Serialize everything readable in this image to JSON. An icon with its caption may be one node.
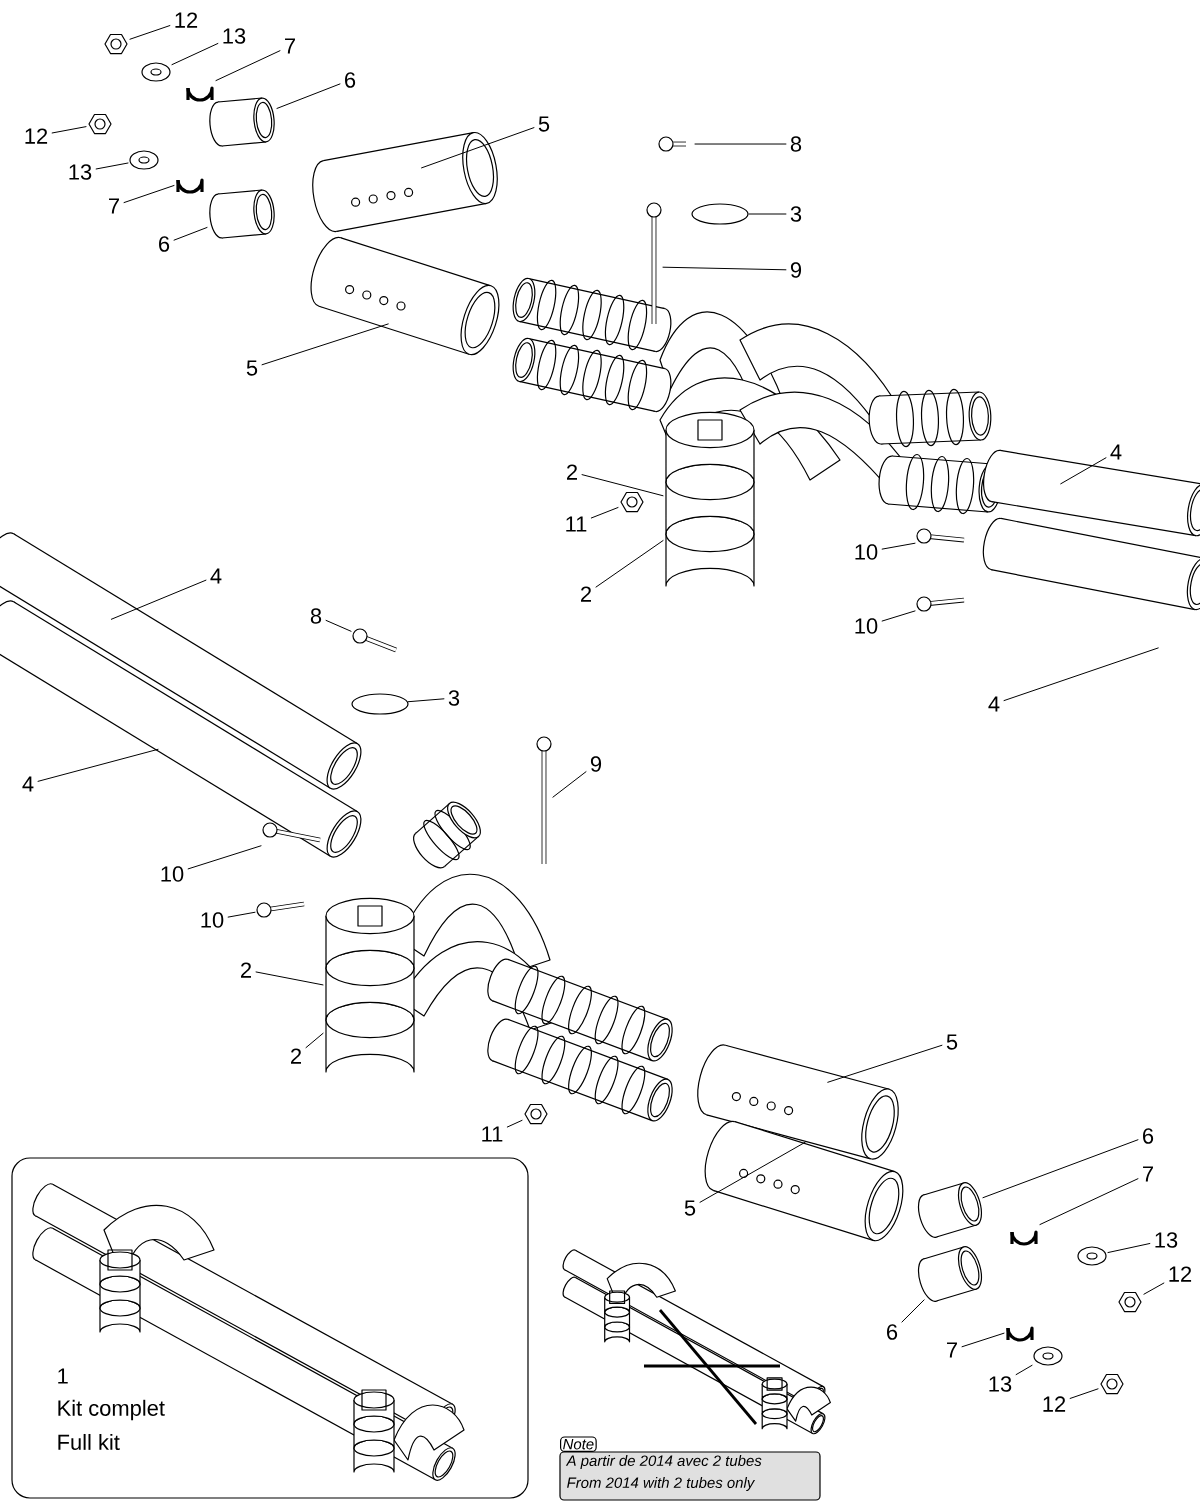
{
  "diagram": {
    "nodes": [
      {
        "text": [
          "12"
        ]
      },
      {
        "text": [
          "13"
        ]
      },
      {
        "text": [
          "7"
        ]
      },
      {
        "text": [
          "6"
        ]
      },
      {
        "text": [
          "12"
        ]
      },
      {
        "text": [
          "13"
        ]
      },
      {
        "text": [
          "7"
        ]
      },
      {
        "text": [
          "5"
        ]
      },
      {
        "text": [
          "8"
        ]
      },
      {
        "text": [
          "6"
        ]
      },
      {
        "text": [
          "3"
        ]
      },
      {
        "text": [
          "9"
        ]
      },
      {
        "text": [
          "5"
        ]
      },
      {
        "text": [
          "4"
        ]
      },
      {
        "text": [
          "2"
        ]
      },
      {
        "text": [
          "11"
        ]
      },
      {
        "text": [
          "10"
        ]
      },
      {
        "text": [
          "2"
        ]
      },
      {
        "text": [
          "4"
        ]
      },
      {
        "text": [
          "8"
        ]
      },
      {
        "text": [
          "10"
        ]
      },
      {
        "text": [
          "3"
        ]
      },
      {
        "text": [
          "4"
        ]
      },
      {
        "text": [
          "4"
        ]
      },
      {
        "text": [
          "9"
        ]
      },
      {
        "text": [
          "10"
        ]
      },
      {
        "text": [
          "10"
        ]
      },
      {
        "text": [
          "2"
        ]
      },
      {
        "text": [
          "5"
        ]
      },
      {
        "text": [
          "2"
        ]
      },
      {
        "text": [
          "11"
        ]
      },
      {
        "text": [
          "6"
        ]
      },
      {
        "text": [
          "7"
        ]
      },
      {
        "text": [
          "5"
        ]
      },
      {
        "text": [
          "13"
        ]
      },
      {
        "text": [
          "12"
        ]
      },
      {
        "text": [
          "6"
        ]
      },
      {
        "text": [
          "7"
        ]
      },
      {
        "text": [
          "13"
        ]
      },
      {
        "text": [
          "12"
        ]
      },
      {
        "text": [
          "1",
          "Kit complet",
          "Full kit"
        ]
      },
      {
        "text": [
          "Note",
          "A partir de 2014 avec 2 tubes",
          "From 2014 with 2 tubes only"
        ]
      },
      {
        "text": [],
        "shape": "picture"
      },
      {
        "text": [],
        "shape": "picture"
      },
      {
        "text": [],
        "shape": "picture"
      },
      {
        "text": [],
        "shape": "picture"
      },
      {
        "text": [],
        "shape": "picture"
      },
      {
        "text": [],
        "shape": "picture"
      },
      {
        "text": [],
        "shape": "picture"
      },
      {
        "text": [],
        "shape": "picture"
      },
      {
        "text": [],
        "shape": "picture"
      },
      {
        "text": [],
        "shape": "circle"
      },
      {
        "text": [],
        "shape": "picture"
      },
      {
        "text": [],
        "shape": "picture"
      },
      {
        "text": [],
        "shape": "picture"
      },
      {
        "text": [],
        "shape": "picture"
      },
      {
        "text": [],
        "shape": "picture"
      },
      {
        "text": [],
        "shape": "circle"
      },
      {
        "text": [],
        "shape": "picture"
      },
      {
        "text": [],
        "shape": "picture"
      },
      {
        "text": [],
        "shape": "picture"
      },
      {
        "text": [],
        "shape": "picture"
      },
      {
        "text": [],
        "shape": "picture"
      },
      {
        "text": [],
        "shape": "picture"
      },
      {
        "text": [],
        "shape": "picture"
      },
      {
        "text": [],
        "shape": "picture"
      },
      {
        "text": [],
        "shape": "picture"
      },
      {
        "text": [],
        "shape": "picture"
      },
      {
        "text": [],
        "shape": "picture"
      },
      {
        "text": [],
        "shape": "picture"
      },
      {
        "text": [],
        "shape": "picture"
      },
      {
        "text": [],
        "shape": "picture"
      }
    ],
    "edges": [
      {
        "from": 0,
        "to": 42,
        "arrow": "none"
      },
      {
        "from": 1,
        "to": 43,
        "arrow": "none"
      },
      {
        "from": 2,
        "to": 44,
        "arrow": "none"
      },
      {
        "from": 3,
        "to": 45,
        "arrow": "none"
      },
      {
        "from": 4,
        "to": 46,
        "arrow": "none"
      },
      {
        "from": 5,
        "to": 47,
        "arrow": "none"
      },
      {
        "from": 6,
        "to": 48,
        "arrow": "none"
      },
      {
        "from": 7,
        "to": null,
        "arrow": "none"
      },
      {
        "from": 8,
        "to": 49,
        "arrow": "none"
      },
      {
        "from": 9,
        "to": 50,
        "arrow": "none"
      },
      {
        "from": 10,
        "to": 51,
        "arrow": "none"
      },
      {
        "from": 11,
        "to": 52,
        "arrow": "none"
      },
      {
        "from": 12,
        "to": null,
        "arrow": "none"
      },
      {
        "from": 13,
        "to": null,
        "arrow": "none"
      },
      {
        "from": 14,
        "to": 70,
        "arrow": "none"
      },
      {
        "from": 15,
        "to": 53,
        "arrow": "none"
      },
      {
        "from": 16,
        "to": 54,
        "arrow": "none"
      },
      {
        "from": 17,
        "to": 70,
        "arrow": "none"
      },
      {
        "from": 18,
        "to": null,
        "arrow": "none"
      },
      {
        "from": 19,
        "to": 55,
        "arrow": "none"
      },
      {
        "from": 20,
        "to": 56,
        "arrow": "none"
      },
      {
        "from": 21,
        "to": 57,
        "arrow": "none"
      },
      {
        "from": 22,
        "to": null,
        "arrow": "none"
      },
      {
        "from": 23,
        "to": null,
        "arrow": "none"
      },
      {
        "from": 24,
        "to": 58,
        "arrow": "none"
      },
      {
        "from": 25,
        "to": 59,
        "arrow": "none"
      },
      {
        "from": 26,
        "to": 60,
        "arrow": "none"
      },
      {
        "from": 27,
        "to": 71,
        "arrow": "none"
      },
      {
        "from": 28,
        "to": null,
        "arrow": "none"
      },
      {
        "from": 29,
        "to": 71,
        "arrow": "none"
      },
      {
        "from": 30,
        "to": 61,
        "arrow": "none"
      },
      {
        "from": 31,
        "to": 62,
        "arrow": "none"
      },
      {
        "from": 32,
        "to": 63,
        "arrow": "none"
      },
      {
        "from": 33,
        "to": null,
        "arrow": "none"
      },
      {
        "from": 34,
        "to": 64,
        "arrow": "none"
      },
      {
        "from": 35,
        "to": 65,
        "arrow": "none"
      },
      {
        "from": 36,
        "to": 66,
        "arrow": "none"
      },
      {
        "from": 37,
        "to": 67,
        "arrow": "none"
      },
      {
        "from": 38,
        "to": 68,
        "arrow": "none"
      },
      {
        "from": 39,
        "to": 69,
        "arrow": "none"
      }
    ]
  }
}
